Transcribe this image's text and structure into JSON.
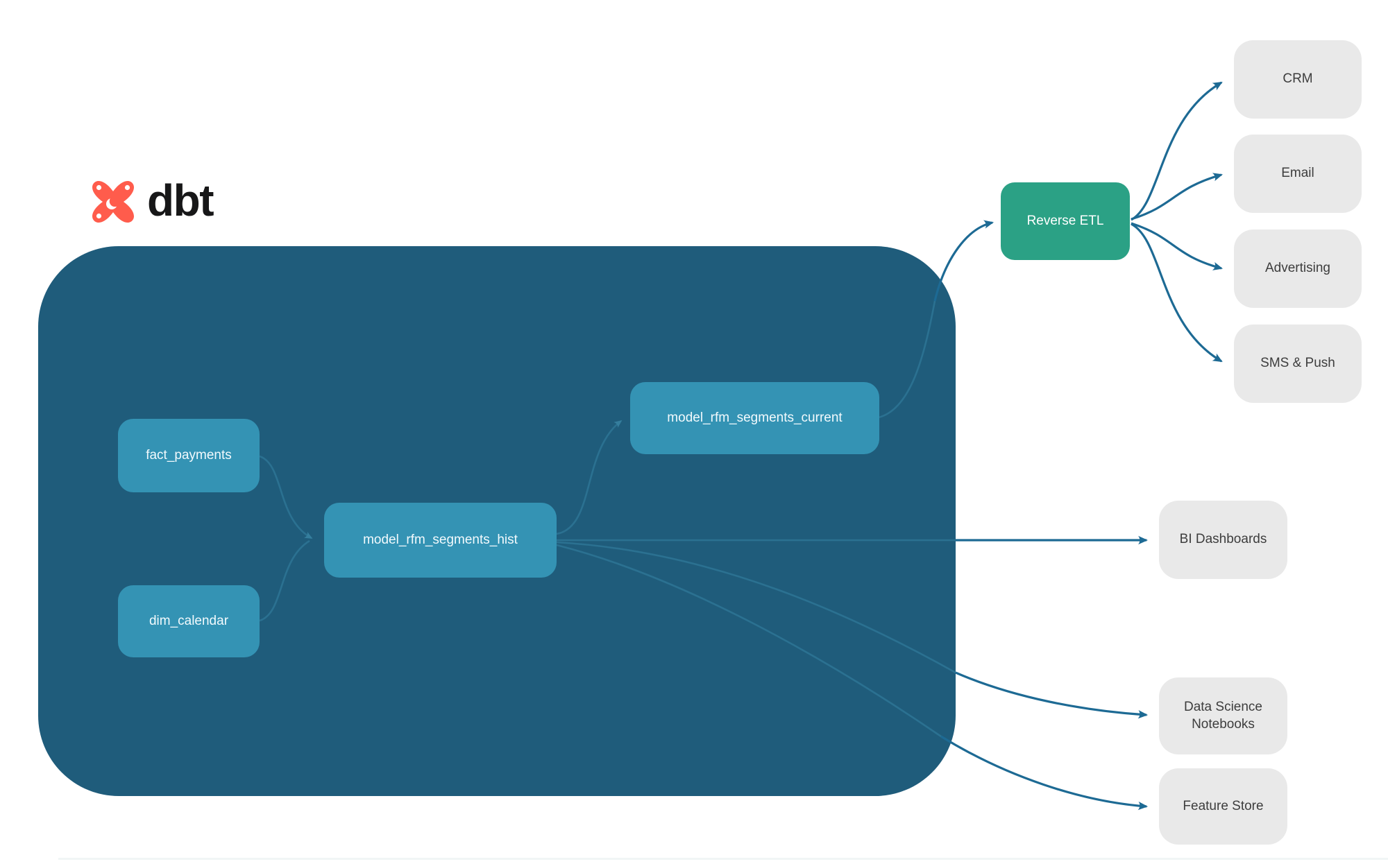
{
  "logo": {
    "brand": "dbt"
  },
  "diagram": {
    "nodes": {
      "fact_payments": {
        "label": "fact_payments",
        "kind": "warehouse-table"
      },
      "dim_calendar": {
        "label": "dim_calendar",
        "kind": "warehouse-table"
      },
      "model_rfm_segments_hist": {
        "label": "model_rfm_segments_hist",
        "kind": "dbt-model"
      },
      "model_rfm_segments_current": {
        "label": "model_rfm_segments_current",
        "kind": "dbt-model"
      },
      "reverse_etl": {
        "label": "Reverse ETL",
        "kind": "tool"
      },
      "crm": {
        "label": "CRM",
        "kind": "destination"
      },
      "email": {
        "label": "Email",
        "kind": "destination"
      },
      "advertising": {
        "label": "Advertising",
        "kind": "destination"
      },
      "sms_push": {
        "label": "SMS & Push",
        "kind": "destination"
      },
      "bi_dashboards": {
        "label": "BI Dashboards",
        "kind": "destination"
      },
      "data_science_notebooks": {
        "label": "Data Science Notebooks",
        "kind": "destination"
      },
      "feature_store": {
        "label": "Feature Store",
        "kind": "destination"
      }
    },
    "edges": [
      {
        "from": "fact_payments",
        "to": "model_rfm_segments_hist"
      },
      {
        "from": "dim_calendar",
        "to": "model_rfm_segments_hist"
      },
      {
        "from": "model_rfm_segments_hist",
        "to": "model_rfm_segments_current"
      },
      {
        "from": "model_rfm_segments_hist",
        "to": "bi_dashboards"
      },
      {
        "from": "model_rfm_segments_hist",
        "to": "data_science_notebooks"
      },
      {
        "from": "model_rfm_segments_hist",
        "to": "feature_store"
      },
      {
        "from": "model_rfm_segments_current",
        "to": "reverse_etl"
      },
      {
        "from": "reverse_etl",
        "to": "crm"
      },
      {
        "from": "reverse_etl",
        "to": "email"
      },
      {
        "from": "reverse_etl",
        "to": "advertising"
      },
      {
        "from": "reverse_etl",
        "to": "sms_push"
      }
    ],
    "colors": {
      "container": "#1f5c7b",
      "model_box": "#3493b4",
      "tool_box_green": "#2ba185",
      "destination_box_gray": "#e9e9e9",
      "edge_outside": "#1d6a94",
      "edge_inside": "#2b7191",
      "logo_orange": "#ff5c4c",
      "text_dark": "#3d3d3d",
      "brand_black": "#171718"
    }
  }
}
